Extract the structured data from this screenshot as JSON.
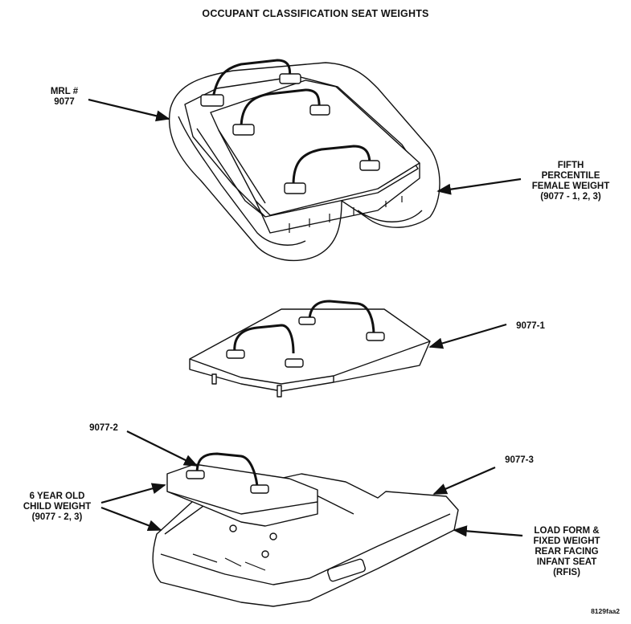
{
  "title": "OCCUPANT CLASSIFICATION SEAT WEIGHTS",
  "labels": {
    "mrl": [
      "MRL #",
      "9077"
    ],
    "fifth": [
      "FIFTH",
      "PERCENTILE",
      "FEMALE WEIGHT",
      "(9077 - 1, 2, 3)"
    ],
    "p1": "9077-1",
    "p2": "9077-2",
    "p3": "9077-3",
    "child": [
      "6 YEAR OLD",
      "CHILD WEIGHT",
      "(9077 - 2, 3)"
    ],
    "rfis": [
      "LOAD FORM &",
      "FIXED WEIGHT",
      "REAR FACING",
      "INFANT SEAT",
      "(RFIS)"
    ]
  },
  "figure_id": "8129faa2"
}
